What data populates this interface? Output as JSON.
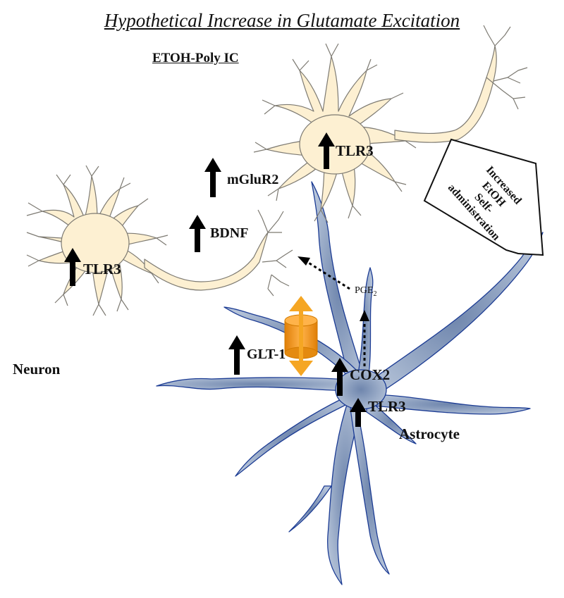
{
  "title": "Hypothetical Increase in Glutamate Excitation",
  "subtitle": "ETOH-Poly IC",
  "labels": {
    "tlr3_neuron_left": "TLR3",
    "tlr3_neuron_right": "TLR3",
    "tlr3_astrocyte": "TLR3",
    "mglur2": "mGluR2",
    "bdnf": "BDNF",
    "glt1": "GLT-1",
    "cox2": "COX2",
    "pge2": "PGE",
    "pge2_sub": "2",
    "neuron": "Neuron",
    "astrocyte": "Astrocyte"
  },
  "callout": {
    "line1": "Increased",
    "line2": "EtOH",
    "line3": "Self-",
    "line4": "administration"
  },
  "colors": {
    "neuron_fill": "#fdf0d2",
    "neuron_stroke": "#7d7a72",
    "astro_fill": "#9aaecb",
    "astro_stroke": "#1c3c94",
    "channel": "#f59b1a",
    "arrow": "#000000"
  }
}
